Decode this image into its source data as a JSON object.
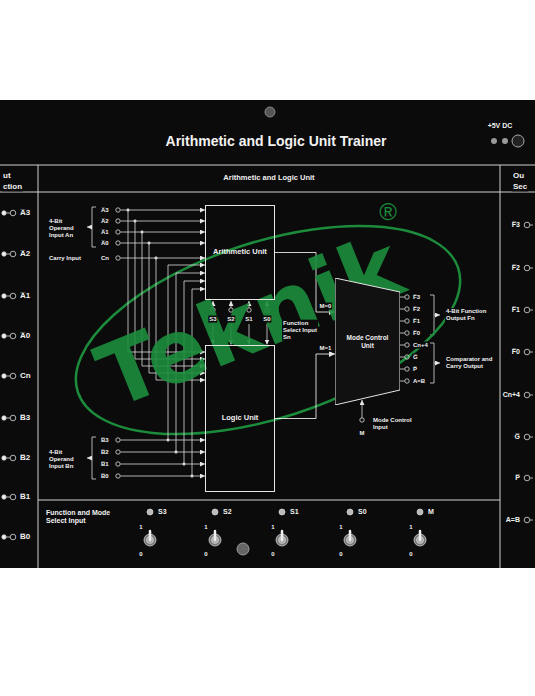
{
  "diagram": {
    "title": "Arithmetic and Logic Unit Trainer",
    "nodes": [
      {
        "text": [
          "Arithmetic and Logic Unit"
        ]
      },
      {
        "text": [
          "Arithmetic Unit"
        ],
        "in": 0
      },
      {
        "text": [
          "Logic Unit"
        ],
        "in": 0
      },
      {
        "text": [
          "Mode Control Unit"
        ],
        "in": 0
      }
    ],
    "edges": [
      {
        "from": 1,
        "to": 3,
        "arrow": "to",
        "label": "M=0"
      },
      {
        "from": 2,
        "to": 3,
        "arrow": "to",
        "label": "M=1"
      }
    ],
    "labels": [
      "ut",
      "ction",
      "Ou",
      "Sec",
      "+5V DC",
      "A̅3",
      "A̅2",
      "A̅1",
      "A̅0",
      "Cn",
      "B̅3",
      "B̅2",
      "B̅1",
      "B̅0",
      "4-Bit Operand Input An",
      "A̅3",
      "A̅2",
      "A̅1",
      "A̅0",
      "Carry Input",
      "Cn",
      "4-Bit Operand Input Bn",
      "B̅3",
      "B̅2",
      "B̅1",
      "B̅0",
      "S3",
      "S2",
      "S1",
      "S0",
      "Function Select Input Sn",
      "F̅3",
      "F̅2",
      "F̅1",
      "F̅0",
      "Cn+4",
      "G̅",
      "P̅",
      "A=B",
      "4-Bit Function Output Fn",
      "Comparator and Carry Output",
      "Mode Control Input",
      "M",
      "Function and Mode Select Input",
      "S3",
      "1",
      "0",
      "S2",
      "1",
      "0",
      "S1",
      "1",
      "0",
      "S0",
      "1",
      "0",
      "M",
      "1",
      "0",
      "F̅3",
      "F̅2",
      "F̅1",
      "F̅0",
      "Cn+4",
      "G̅",
      "P̅",
      "A=B",
      "Teknik",
      "®"
    ]
  }
}
